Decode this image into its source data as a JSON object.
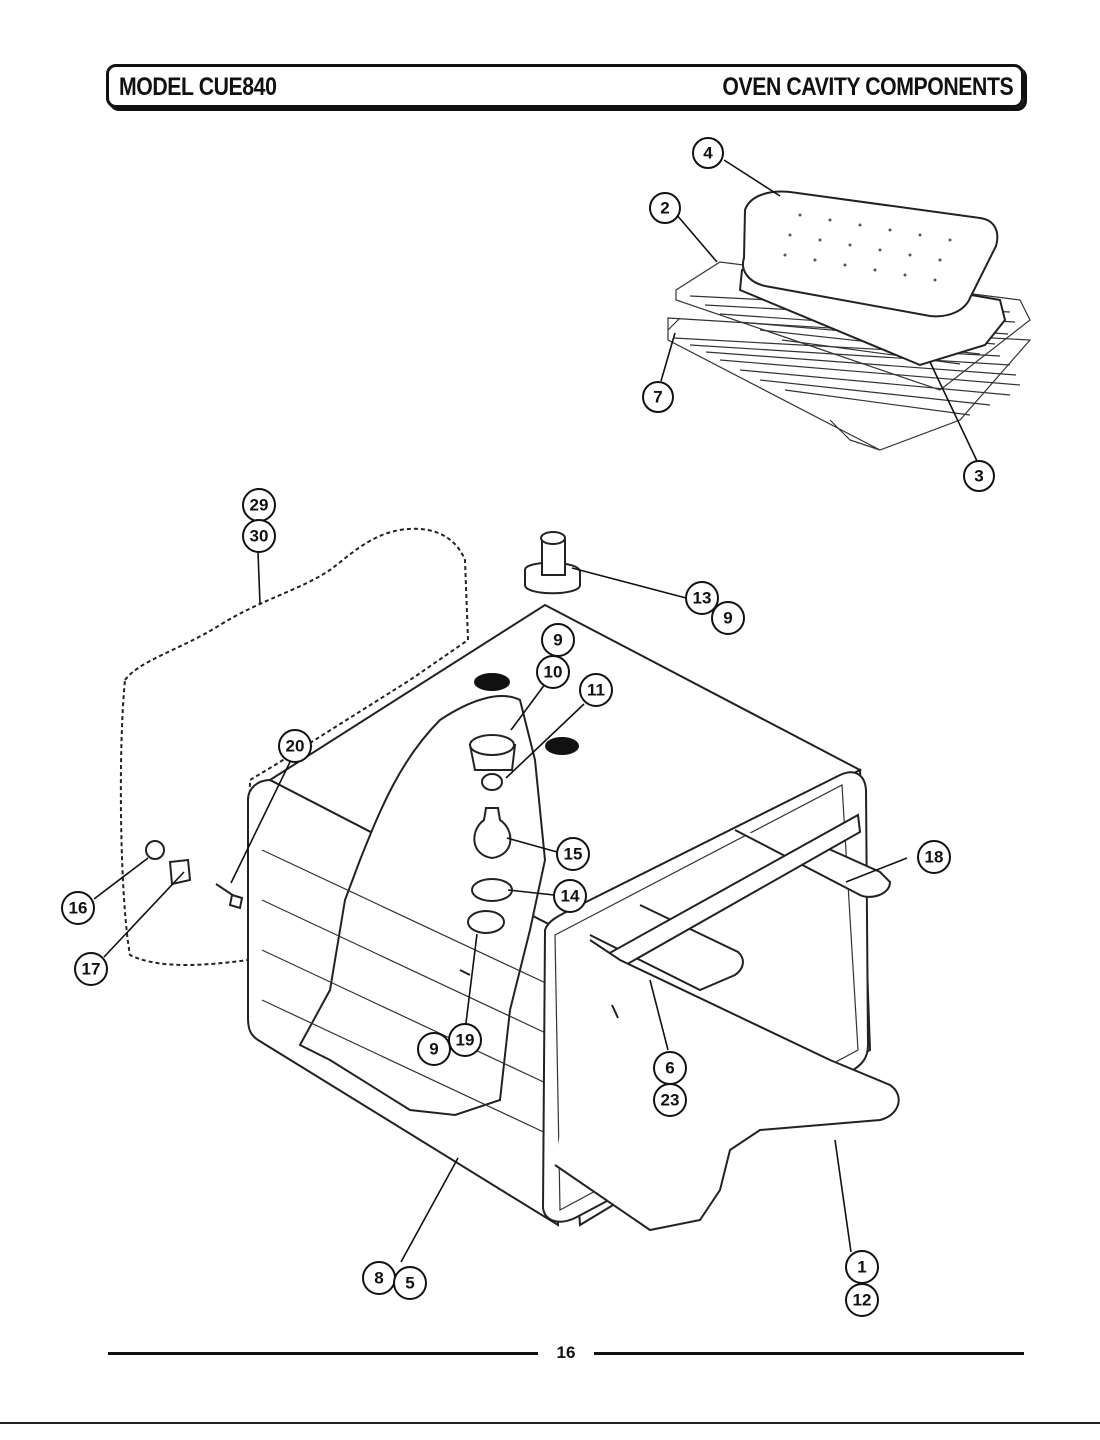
{
  "header": {
    "model": "MODEL CUE840",
    "section": "OVEN CAVITY COMPONENTS"
  },
  "page_number": "16",
  "callouts": [
    {
      "id": "c4",
      "label": "4"
    },
    {
      "id": "c2",
      "label": "2"
    },
    {
      "id": "c7",
      "label": "7"
    },
    {
      "id": "c3",
      "label": "3"
    },
    {
      "id": "c29",
      "label": "29"
    },
    {
      "id": "c30",
      "label": "30"
    },
    {
      "id": "c13",
      "label": "13"
    },
    {
      "id": "c9a",
      "label": "9"
    },
    {
      "id": "c9b",
      "label": "9"
    },
    {
      "id": "c10",
      "label": "10"
    },
    {
      "id": "c11",
      "label": "11"
    },
    {
      "id": "c20",
      "label": "20"
    },
    {
      "id": "c15",
      "label": "15"
    },
    {
      "id": "c18",
      "label": "18"
    },
    {
      "id": "c16",
      "label": "16"
    },
    {
      "id": "c14",
      "label": "14"
    },
    {
      "id": "c17",
      "label": "17"
    },
    {
      "id": "c9c",
      "label": "9"
    },
    {
      "id": "c19",
      "label": "19"
    },
    {
      "id": "c6",
      "label": "6"
    },
    {
      "id": "c23",
      "label": "23"
    },
    {
      "id": "c1",
      "label": "1"
    },
    {
      "id": "c12",
      "label": "12"
    },
    {
      "id": "c8",
      "label": "8"
    },
    {
      "id": "c5",
      "label": "5"
    }
  ]
}
